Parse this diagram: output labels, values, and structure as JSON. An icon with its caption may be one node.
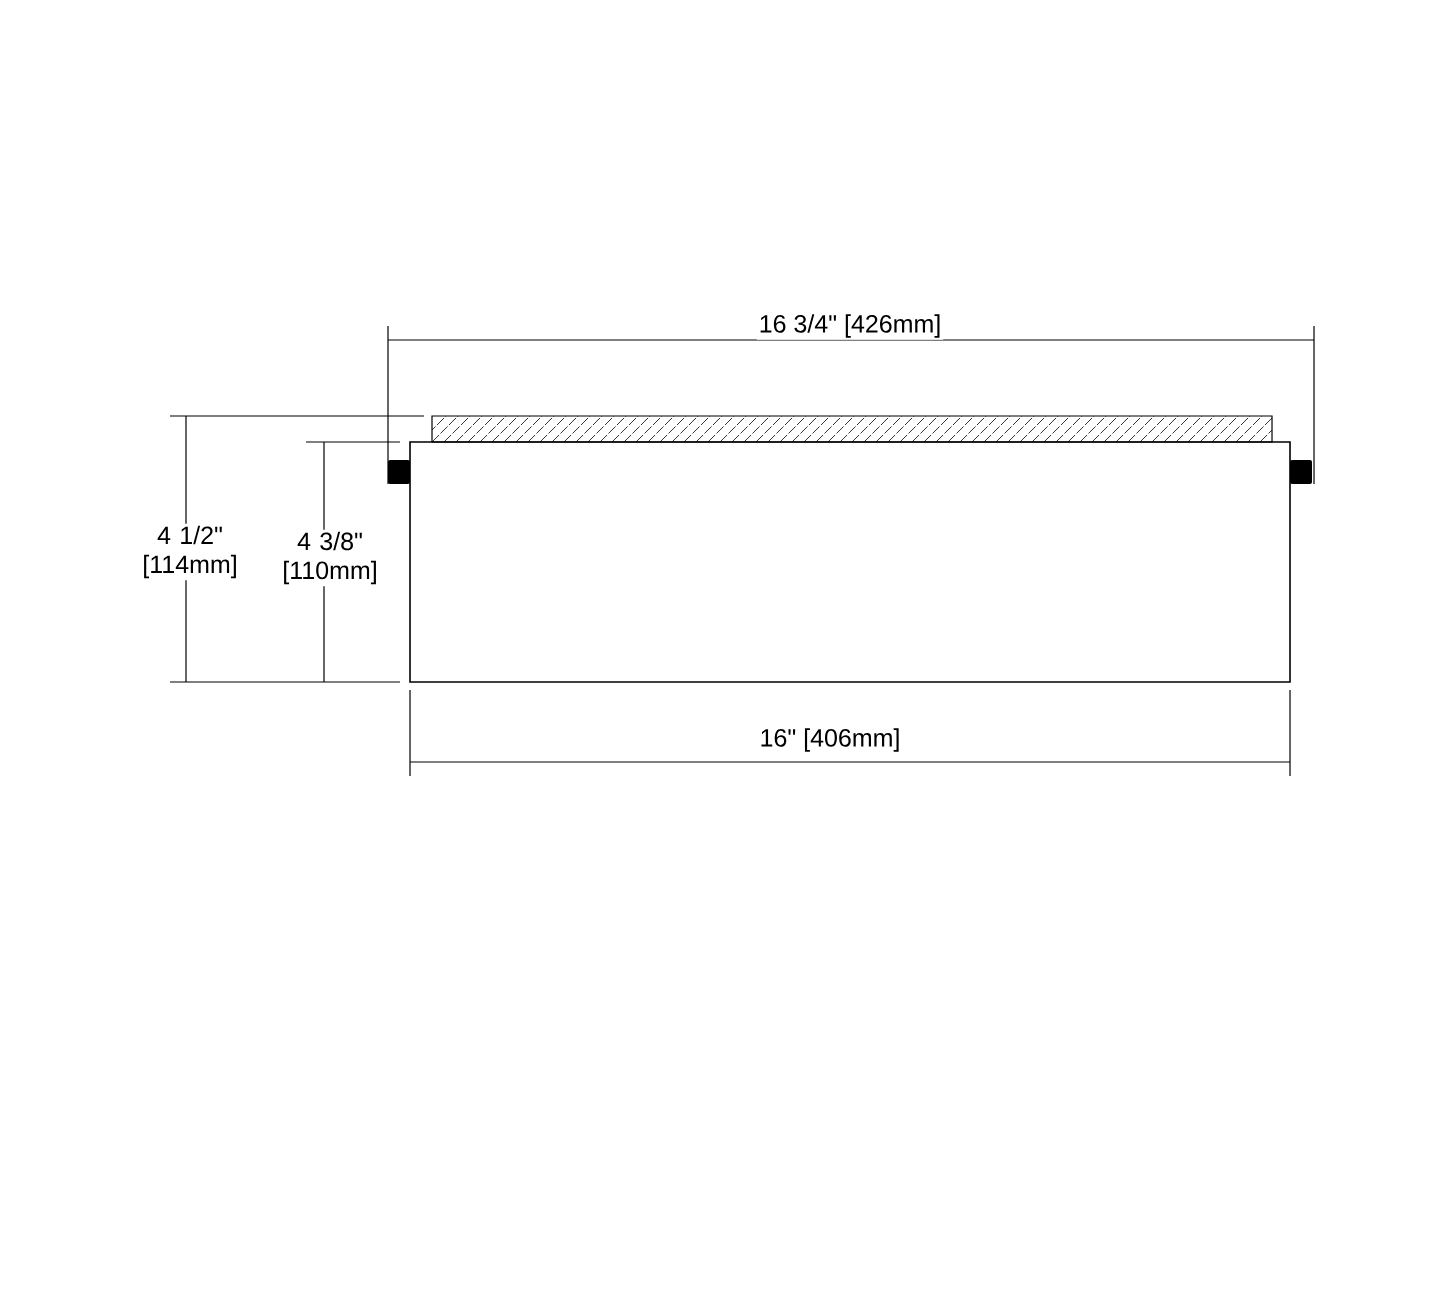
{
  "diagram": {
    "labels": [
      "16 3/4\" [426mm]",
      "4 1/2\" [114mm]",
      "4 3/8\" [110mm]",
      "16\" [406mm]"
    ]
  }
}
